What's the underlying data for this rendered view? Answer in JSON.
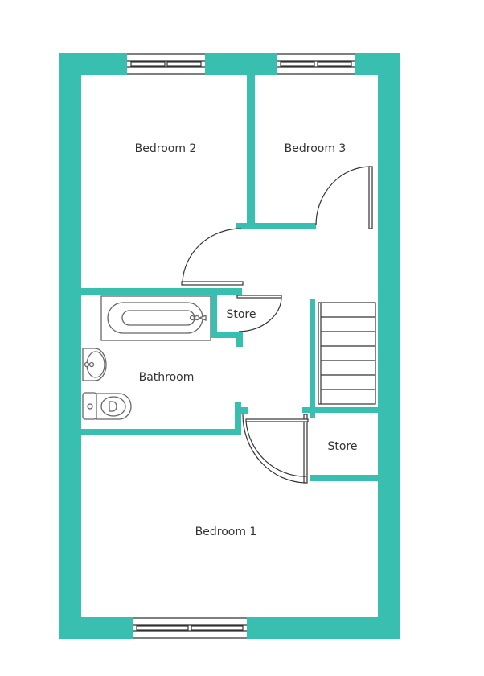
{
  "plan": {
    "wall_color": "#38bfb0",
    "rooms": {
      "bedroom1": "Bedroom 1",
      "bedroom2": "Bedroom 2",
      "bedroom3": "Bedroom 3",
      "bathroom": "Bathroom",
      "store_upper": "Store",
      "store_lower": "Store"
    }
  }
}
